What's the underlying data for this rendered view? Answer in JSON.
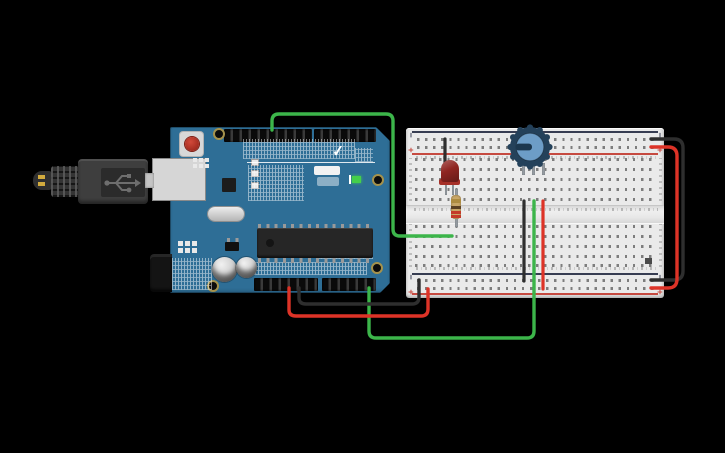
{
  "scene": {
    "background": "#000000"
  },
  "colors": {
    "board": "#2e6e96",
    "breadboard": "#eaeaea",
    "rail_neg": "#373d52",
    "rail_pos": "#c64a40",
    "wire_green": "#3cb54a",
    "wire_red": "#dd3327",
    "wire_black": "#2e2e2e",
    "led_body": "#8f2521",
    "led_flange": "#a63028",
    "resistor_body": "#c9a767",
    "band_gold": "#ae8c40",
    "band_brown": "#5c4123",
    "band_red": "#c43a2a",
    "pot_body": "#24415a",
    "pot_knob": "#6d9dc7",
    "pot_slot": "#1c374e",
    "usb_body": "#3e3e3e",
    "usb_panel": "#2b2b2b",
    "usb_port": "#d6d6d6",
    "pin_gold": "#d2ab3e",
    "on_led_green": "#45cf4a"
  },
  "components": {
    "arduino": {
      "name": "Arduino Uno"
    },
    "breadboard": {
      "name": "Breadboard",
      "minus": "−",
      "plus": "+"
    },
    "led": {
      "name": "Red LED"
    },
    "resistor": {
      "name": "Resistor"
    },
    "potentiometer": {
      "name": "Potentiometer"
    },
    "usb_plug": {
      "name": "USB plug"
    }
  },
  "wires": [
    {
      "id": "digital-pin-to-resistor",
      "color_name": "green"
    },
    {
      "id": "pot-wiper-to-analog-pin",
      "color_name": "green"
    },
    {
      "id": "led-cathode-to-negative-rail",
      "color_name": "black"
    },
    {
      "id": "pot-left-to-negative-rail",
      "color_name": "black"
    },
    {
      "id": "pot-right-to-positive-rail",
      "color_name": "red"
    },
    {
      "id": "gnd-to-negative-rail",
      "color_name": "black"
    },
    {
      "id": "5v-to-positive-rail",
      "color_name": "red"
    },
    {
      "id": "negative-rail-link-right",
      "color_name": "black"
    },
    {
      "id": "positive-rail-link-right",
      "color_name": "red"
    }
  ]
}
